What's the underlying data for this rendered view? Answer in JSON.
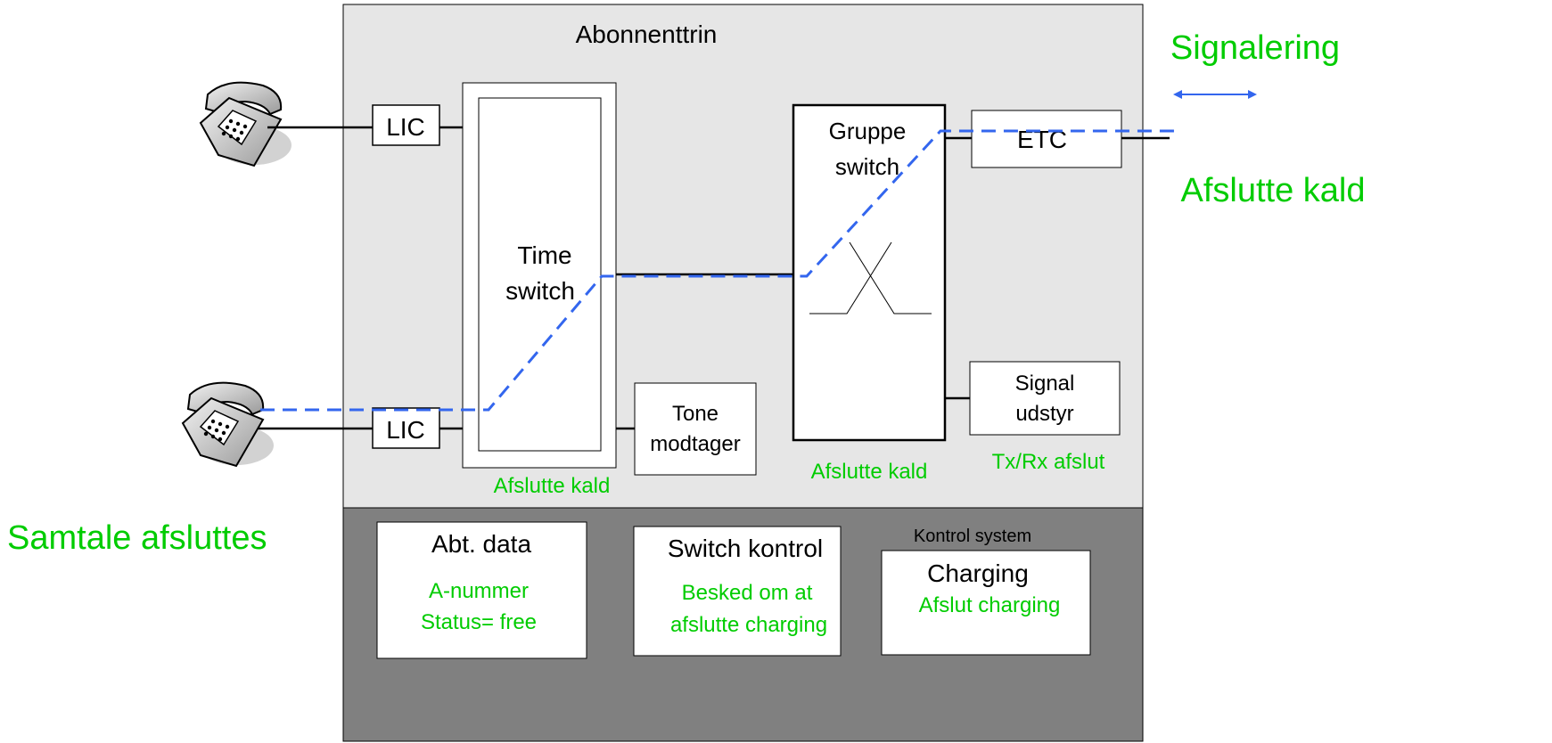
{
  "colors": {
    "exchange_bg": "#e6e6e6",
    "control_bg": "#808080",
    "box_fill": "#ffffff",
    "line": "#000000",
    "path_dashed": "#3366ee",
    "status_green": "#00cc00",
    "signal_arrow": "#3366ee"
  },
  "exchange": {
    "title": "Abonnenttrin"
  },
  "lic_top": {
    "label": "LIC"
  },
  "lic_bottom": {
    "label": "LIC"
  },
  "time_switch": {
    "line1": "Time",
    "line2": "switch",
    "status": "Afslutte kald"
  },
  "tone_receiver": {
    "line1": "Tone",
    "line2": "modtager"
  },
  "group_switch": {
    "line1": "Gruppe",
    "line2": "switch",
    "status": "Afslutte kald"
  },
  "etc": {
    "label": "ETC"
  },
  "signal_equipment": {
    "line1": "Signal",
    "line2": "udstyr",
    "status": "Tx/Rx afslut"
  },
  "outside": {
    "signalering": "Signalering",
    "afslutte_kald": "Afslutte kald",
    "samtale": "Samtale afsluttes"
  },
  "control_system": {
    "label": "Kontrol system",
    "abt_data": {
      "title": "Abt. data",
      "line1": "A-nummer",
      "line2": "Status= free"
    },
    "switch_control": {
      "title": "Switch kontrol",
      "line1": "Besked om at",
      "line2": "afslutte charging"
    },
    "charging": {
      "title": "Charging",
      "line1": "Afslut charging"
    }
  },
  "icons": {
    "phone_top": "telephone-icon",
    "phone_bottom": "telephone-icon",
    "signal_arrow": "double-arrow-icon"
  }
}
